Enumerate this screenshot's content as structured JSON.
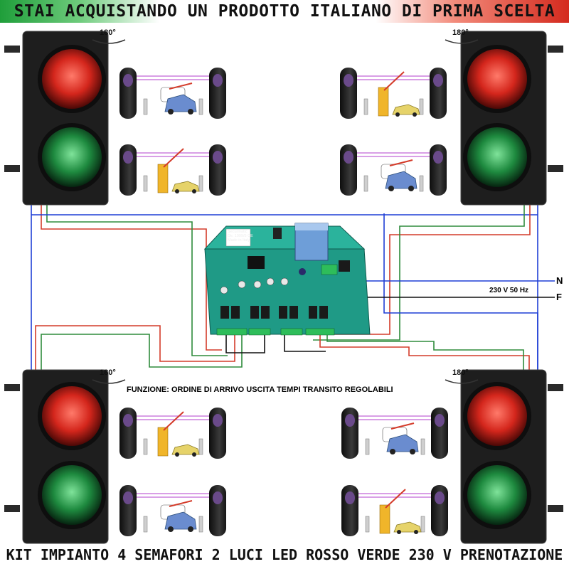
{
  "header": {
    "title": "STAI ACQUISTANDO UN PRODOTTO ITALIANO DI PRIMA SCELTA"
  },
  "footer": {
    "title": "KIT IMPIANTO 4 SEMAFORI 2 LUCI LED ROSSO VERDE 230 V PRENOTAZIONE"
  },
  "function_label": "FUNZIONE: ORDINE DI ARRIVO USCITA TEMPI TRANSITO REGOLABILI",
  "power": {
    "neutral": "N",
    "phase": "F",
    "supply": "230 V 50 Hz"
  },
  "rotation_label": "180°",
  "board": {
    "label_lines": [
      "Securmatic",
      "Dir. 1999/5 CE",
      "Made in Italy"
    ]
  },
  "colors": {
    "wire_blue": "#1f3fd6",
    "wire_red": "#d43b2a",
    "wire_green": "#2e8b3c",
    "wire_black": "#111111",
    "beam": "#c266d6",
    "board": "#1f9a86",
    "housing": "#1e1e1e"
  }
}
